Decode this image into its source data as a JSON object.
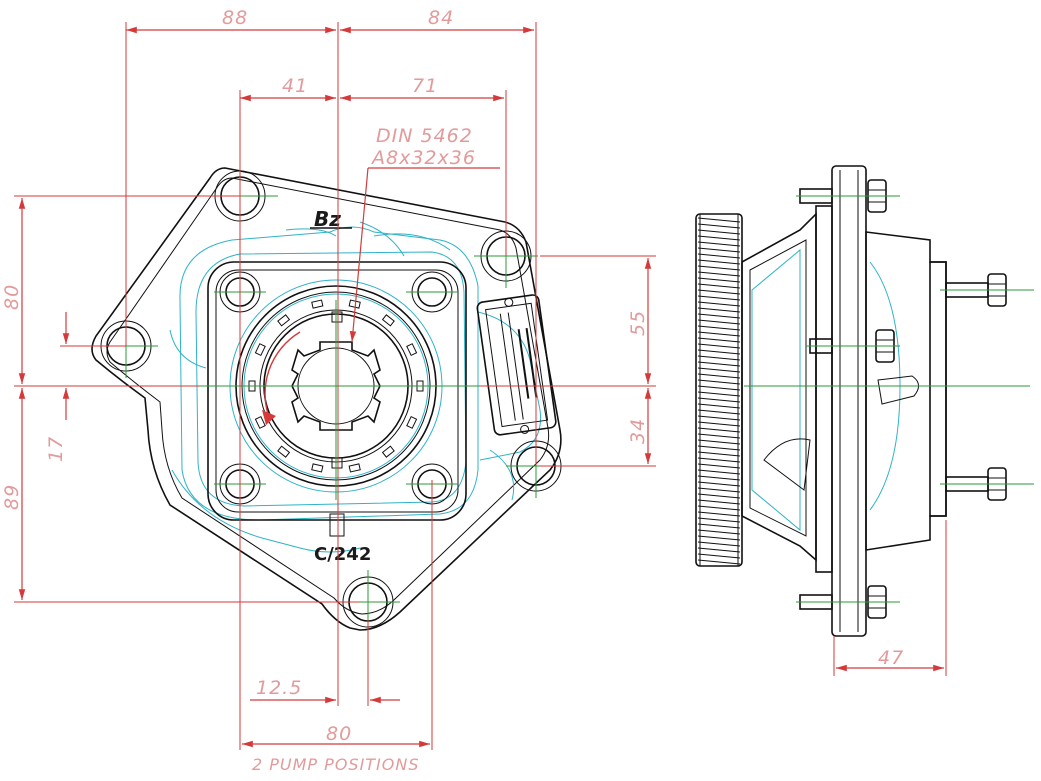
{
  "dimensions": {
    "top_left": "88",
    "top_right": "84",
    "upper_left": "41",
    "upper_right": "71",
    "left_upper": "80",
    "left_small": "17",
    "left_lower": "89",
    "right_upper": "55",
    "right_lower": "34",
    "bottom_small": "12.5",
    "bottom_main": "80",
    "side_width": "47"
  },
  "callouts": {
    "spline_standard": "DIN 5462",
    "spline_size": "A8x32x36",
    "pump_positions": "2 PUMP POSITIONS",
    "model_code": "C/242",
    "brand_mark": "Bz"
  },
  "colors": {
    "dimension": "#d43a3a",
    "dimension_text": "#e39a9a",
    "outline": "#111111",
    "hidden_line": "#2fb3c9",
    "center_line": "#2e9a3a"
  }
}
